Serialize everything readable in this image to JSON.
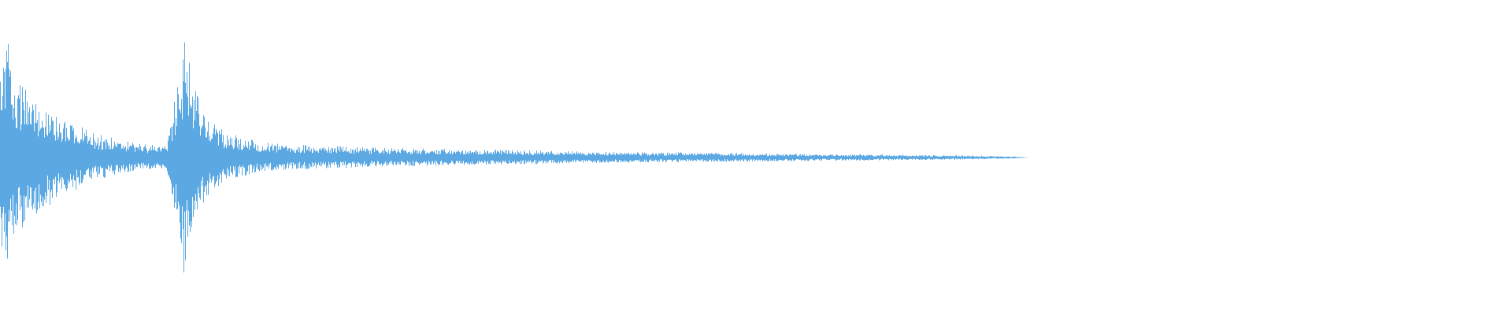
{
  "waveform": {
    "color": "#5ba8e3",
    "background": "#ffffff",
    "envelope_profile": {
      "position": [
        0.0,
        0.003,
        0.01,
        0.03,
        0.06,
        0.09,
        0.11,
        0.114,
        0.118,
        0.122,
        0.126,
        0.13,
        0.135,
        0.14,
        0.15,
        0.165,
        0.18,
        0.2,
        0.25,
        0.3,
        0.35,
        0.4,
        0.45,
        0.5,
        0.55,
        0.6,
        0.64,
        0.67,
        0.68
      ],
      "amplitude": [
        0.55,
        0.95,
        0.55,
        0.38,
        0.18,
        0.1,
        0.08,
        0.35,
        0.55,
        0.95,
        0.6,
        0.45,
        0.35,
        0.25,
        0.18,
        0.13,
        0.1,
        0.09,
        0.07,
        0.06,
        0.05,
        0.04,
        0.035,
        0.03,
        0.025,
        0.02,
        0.015,
        0.008,
        0.0
      ]
    }
  }
}
